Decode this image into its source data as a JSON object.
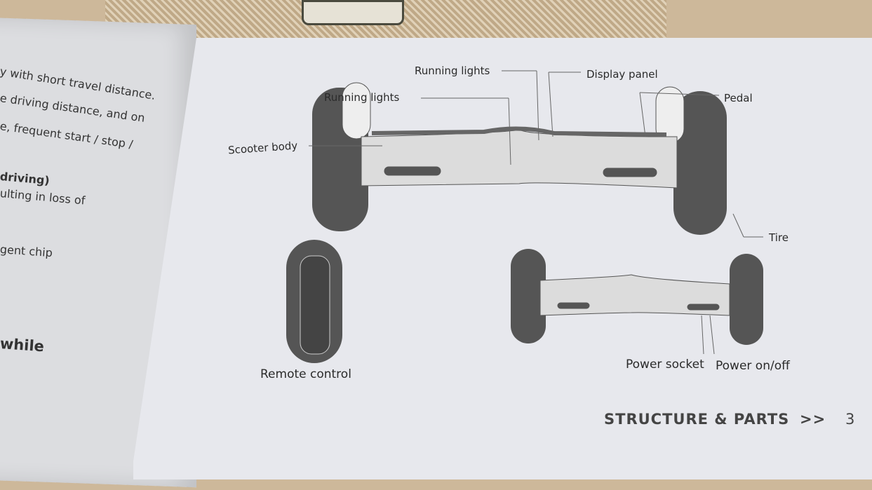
{
  "left_page": {
    "lines": [
      "y with short travel distance.",
      "e driving distance, and on",
      "e, frequent start / stop /",
      "driving)",
      "ulting in loss of",
      "gent chip",
      "while"
    ]
  },
  "diagram": {
    "labels": {
      "running_lights_top": "Running lights",
      "running_lights_left": "Running lights",
      "display_panel": "Display panel",
      "pedal": "Pedal",
      "scooter_body": "Scooter body",
      "tire": "Tire",
      "remote_control": "Remote control",
      "power_socket": "Power socket",
      "power_switch": "Power on/off"
    }
  },
  "footer": {
    "section": "STRUCTURE & PARTS",
    "arrows": ">>",
    "page_number": "3"
  }
}
